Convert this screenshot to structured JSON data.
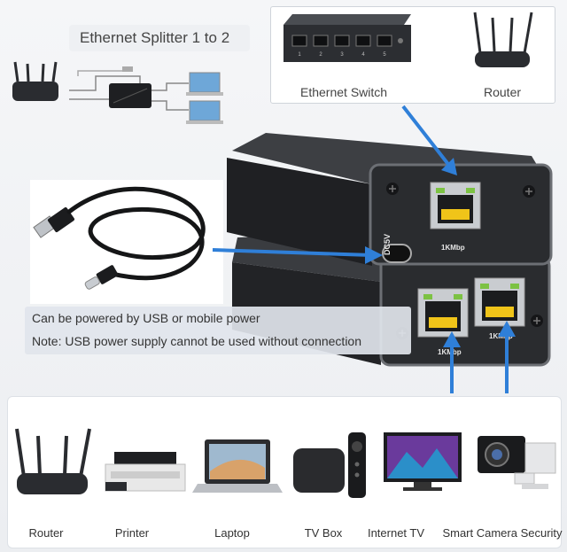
{
  "title": "Ethernet Splitter 1 to 2",
  "top_panel": {
    "switch_label": "Ethernet Switch",
    "router_label": "Router",
    "switch_port_numbers": [
      "1",
      "2",
      "3",
      "4",
      "5"
    ]
  },
  "device": {
    "dc_label": "DC5V",
    "top_port_speed": "1KMbp",
    "bottom_port_speed_left": "1KMbp",
    "bottom_port_speed_right": "1KMbp"
  },
  "captions": {
    "line1": "Can be powered by USB or mobile power",
    "line2": "Note: USB power supply cannot be used without connection"
  },
  "devices": [
    {
      "label": "Router",
      "icon": "router-icon"
    },
    {
      "label": "Printer",
      "icon": "printer-icon"
    },
    {
      "label": "Laptop",
      "icon": "laptop-icon"
    },
    {
      "label": "TV Box",
      "icon": "tv-box-icon"
    },
    {
      "label": "Internet TV",
      "icon": "tv-icon"
    },
    {
      "label": "Smart Camera Security",
      "icon": "camera-icon"
    }
  ],
  "colors": {
    "arrow_blue": "#2f7fd8",
    "device_body": "#26282b",
    "port_green": "#7cc243",
    "port_yellow": "#f0c419"
  }
}
